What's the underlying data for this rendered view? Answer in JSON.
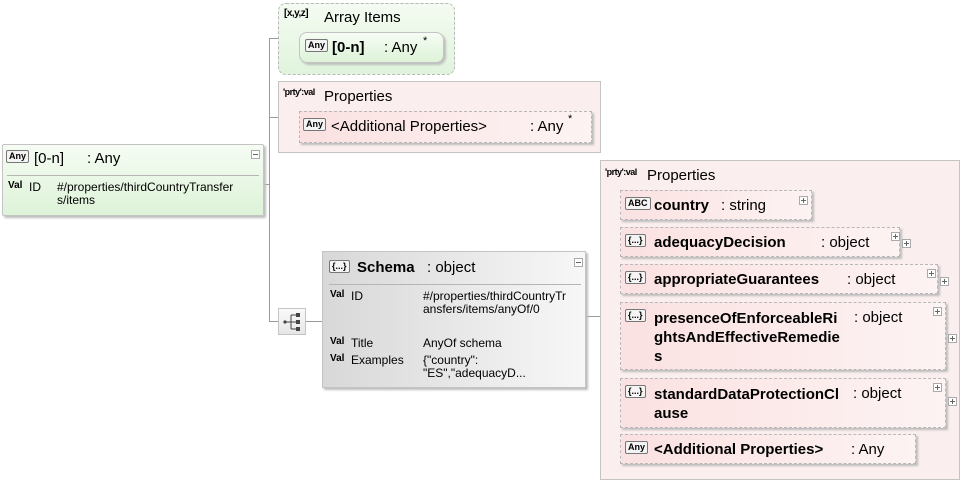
{
  "root": {
    "tag": "Any",
    "name": "[0-n]",
    "type": ": Any",
    "val_tag": "Val",
    "id_label": "ID",
    "id_value": "#/properties/thirdCountryTransfers/items"
  },
  "array_items": {
    "prefix": "[x,y,z]",
    "title": "Array Items",
    "item": {
      "tag": "Any",
      "name": "[0-n]",
      "type": ": Any",
      "suffix": "*"
    }
  },
  "properties_top": {
    "prefix": "'prty':val",
    "title": "Properties",
    "item": {
      "tag": "Any",
      "name": "<Additional Properties>",
      "type": ": Any",
      "suffix": "*"
    }
  },
  "anyof": {
    "title": "Schema",
    "type": ": object",
    "tag": "{...}",
    "rows": [
      {
        "tag": "Val",
        "label": "ID",
        "value": "#/properties/thirdCountryTransfers/items/anyOf/0"
      },
      {
        "tag": "Val",
        "label": "Title",
        "value": "AnyOf schema"
      },
      {
        "tag": "Val",
        "label": "Examples",
        "value": "{\"country\": \"ES\",\"adequacyD..."
      }
    ]
  },
  "properties_right": {
    "prefix": "'prty':val",
    "title": "Properties",
    "items": [
      {
        "tag": "ABC",
        "name": "country",
        "type": ": string"
      },
      {
        "tag": "{...}",
        "name": "adequacyDecision",
        "type": ": object"
      },
      {
        "tag": "{...}",
        "name": "appropriateGuarantees",
        "type": ": object"
      },
      {
        "tag": "{...}",
        "name": "presenceOfEnforceableRightsAndEffectiveRemedies",
        "type": ": object"
      },
      {
        "tag": "{...}",
        "name": "standardDataProtectionClause",
        "type": ": object"
      },
      {
        "tag": "Any",
        "name": "<Additional Properties>",
        "type": ": Any"
      }
    ]
  },
  "colors": {
    "green": "#e0f4dc",
    "pink": "#fbe1e1",
    "gray": "#d8d8d8",
    "connector": "#9a9a9a"
  }
}
